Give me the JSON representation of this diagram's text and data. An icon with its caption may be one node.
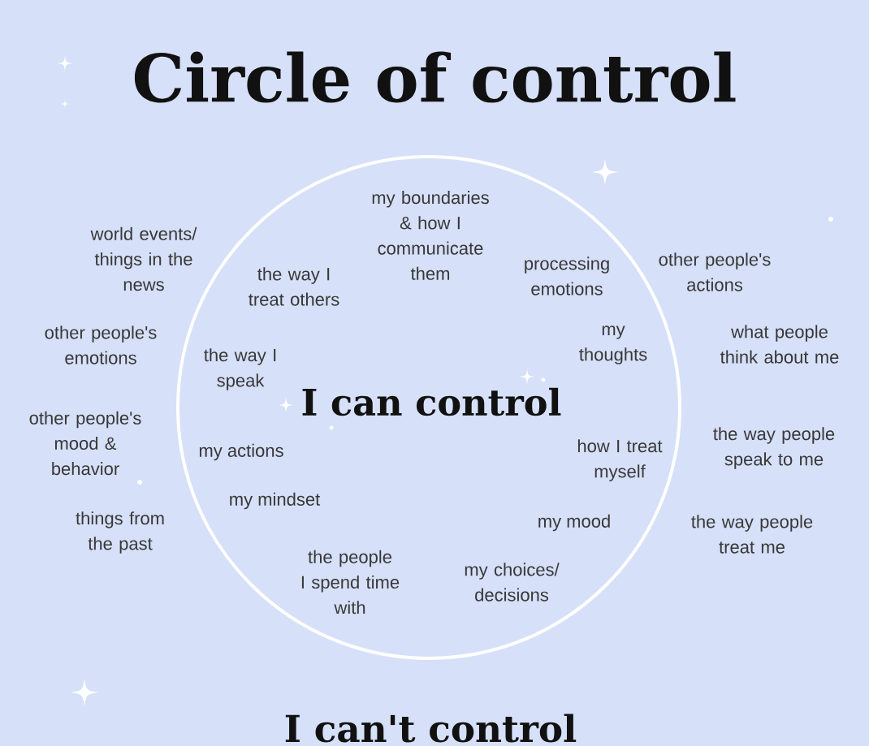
{
  "diagram": {
    "title": "Circle of control",
    "nodes": [
      {
        "text": [
          "my boundaries & how I communicate them",
          "the way I treat others",
          "processing emotions",
          "my thoughts",
          "the way I speak",
          "I can control",
          "my actions",
          "how I treat myself",
          "my mindset",
          "my mood",
          "the people I spend time with",
          "my choices/ decisions"
        ]
      }
    ],
    "labels": [
      "world events/ things in the news",
      "other people's actions",
      "other people's emotions",
      "what people think about me",
      "other people's mood & behavior",
      "the way people speak to me",
      "things from the past",
      "the way people treat me",
      "I can't control"
    ]
  }
}
